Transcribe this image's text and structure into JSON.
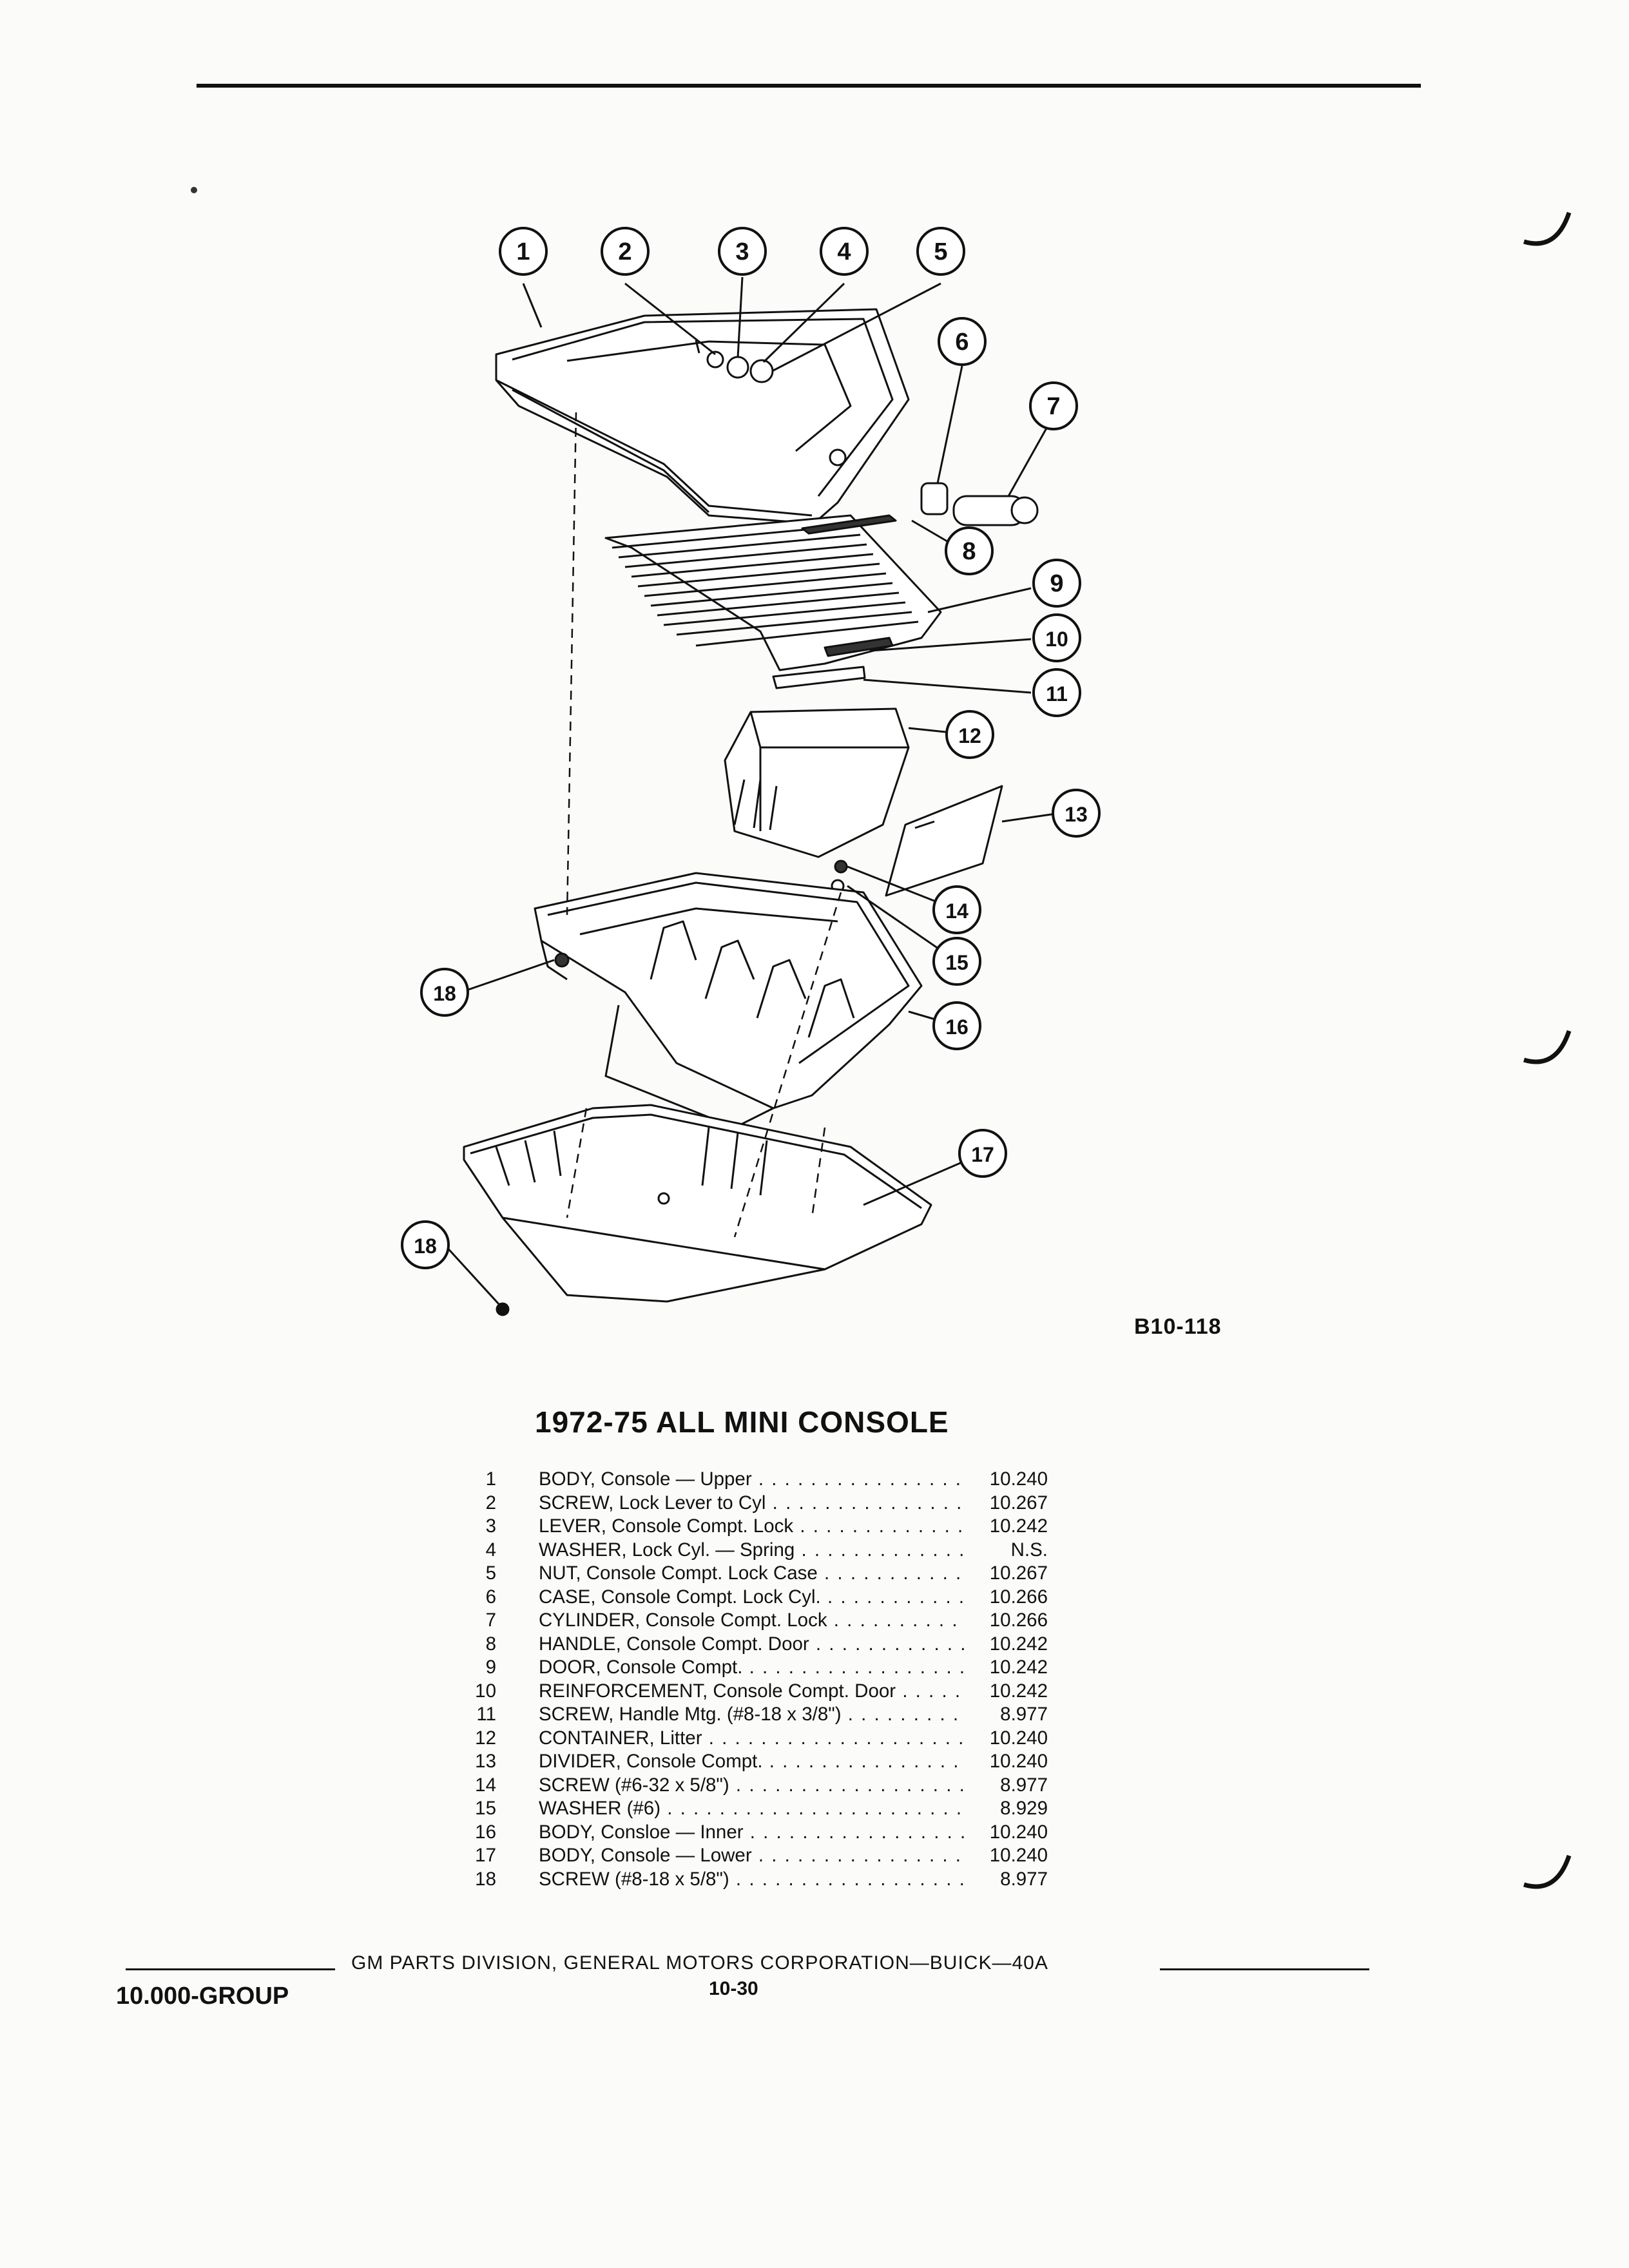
{
  "diagram": {
    "callouts": [
      "1",
      "2",
      "3",
      "4",
      "5",
      "6",
      "7",
      "8",
      "9",
      "10",
      "11",
      "12",
      "13",
      "14",
      "15",
      "16",
      "17",
      "18",
      "18"
    ]
  },
  "figure_ref": "B10-118",
  "title": "1972-75 ALL MINI CONSOLE",
  "parts": [
    {
      "num": "1",
      "name": "BODY, Console — Upper",
      "ref": "10.240"
    },
    {
      "num": "2",
      "name": "SCREW, Lock Lever to Cyl",
      "ref": "10.267"
    },
    {
      "num": "3",
      "name": "LEVER, Console Compt. Lock",
      "ref": "10.242"
    },
    {
      "num": "4",
      "name": "WASHER, Lock Cyl. — Spring",
      "ref": "N.S."
    },
    {
      "num": "5",
      "name": "NUT, Console Compt. Lock Case",
      "ref": "10.267"
    },
    {
      "num": "6",
      "name": "CASE, Console Compt. Lock Cyl.",
      "ref": "10.266"
    },
    {
      "num": "7",
      "name": "CYLINDER, Console Compt. Lock",
      "ref": "10.266"
    },
    {
      "num": "8",
      "name": "HANDLE, Console Compt. Door",
      "ref": "10.242"
    },
    {
      "num": "9",
      "name": "DOOR, Console Compt.",
      "ref": "10.242"
    },
    {
      "num": "10",
      "name": "REINFORCEMENT, Console Compt. Door",
      "ref": "10.242"
    },
    {
      "num": "11",
      "name": "SCREW, Handle Mtg. (#8-18 x 3/8\")",
      "ref": "8.977"
    },
    {
      "num": "12",
      "name": "CONTAINER, Litter",
      "ref": "10.240"
    },
    {
      "num": "13",
      "name": "DIVIDER, Console Compt.",
      "ref": "10.240"
    },
    {
      "num": "14",
      "name": "SCREW (#6-32 x 5/8\")",
      "ref": "8.977"
    },
    {
      "num": "15",
      "name": "WASHER (#6)",
      "ref": "8.929"
    },
    {
      "num": "16",
      "name": "BODY, Consloe — Inner",
      "ref": "10.240"
    },
    {
      "num": "17",
      "name": "BODY, Console — Lower",
      "ref": "10.240"
    },
    {
      "num": "18",
      "name": "SCREW (#8-18 x 5/8\")",
      "ref": "8.977"
    }
  ],
  "footer": {
    "group": "10.000-GROUP",
    "publisher": "GM PARTS DIVISION, GENERAL MOTORS CORPORATION—BUICK—40A",
    "page": "10-30"
  }
}
